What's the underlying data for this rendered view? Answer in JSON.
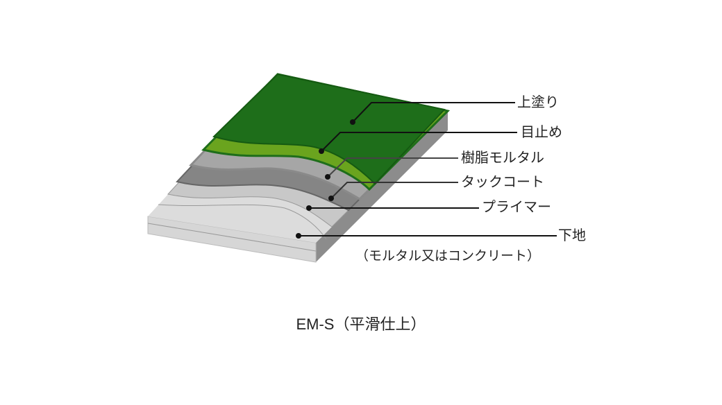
{
  "diagram": {
    "title": "EM-S（平滑仕上）",
    "layers": [
      {
        "label": "上塗り",
        "color": "#1e6e1a"
      },
      {
        "label": "目止め",
        "color": "#6aa41e"
      },
      {
        "label": "樹脂モルタル",
        "color": "#a4a4a4"
      },
      {
        "label": "タックコート",
        "color": "#808080"
      },
      {
        "label": "プライマー",
        "color": "#cacaca"
      },
      {
        "label": "下地",
        "color": "#dcdcdc"
      }
    ],
    "substrate_note": "（モルタル又はコンクリート）"
  }
}
